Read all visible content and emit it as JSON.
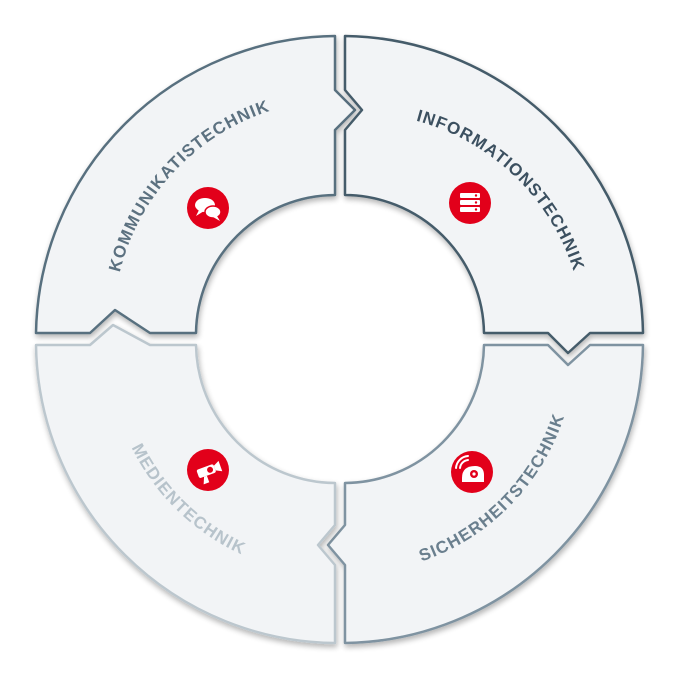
{
  "segments": [
    {
      "id": "kommunikation",
      "label": "KOMMUNIKATISTECHNIK",
      "icon": "speech-bubbles-icon",
      "text_color": "#5c7180",
      "outline_color": "#58707f",
      "dark_edge": "#3f5563"
    },
    {
      "id": "information",
      "label": "INFORMATIONSTECHNIK",
      "icon": "server-stack-icon",
      "text_color": "#3c5060",
      "outline_color": "#455b6a",
      "dark_edge": "#2f4350"
    },
    {
      "id": "sicherheit",
      "label": "SICHERHEITSTECHNIK",
      "icon": "security-camera-icon",
      "text_color": "#6a7f8e",
      "outline_color": "#7f93a1",
      "dark_edge": "#5c7080"
    },
    {
      "id": "medien",
      "label": "MEDIENTECHNIK",
      "icon": "projector-icon",
      "text_color": "#b7c3cb",
      "outline_color": "#bcc7ce",
      "dark_edge": "#98a6b0"
    }
  ],
  "colors": {
    "segment_fill": "#f2f4f6",
    "icon_background": "#e2001a",
    "icon_foreground": "#ffffff"
  }
}
